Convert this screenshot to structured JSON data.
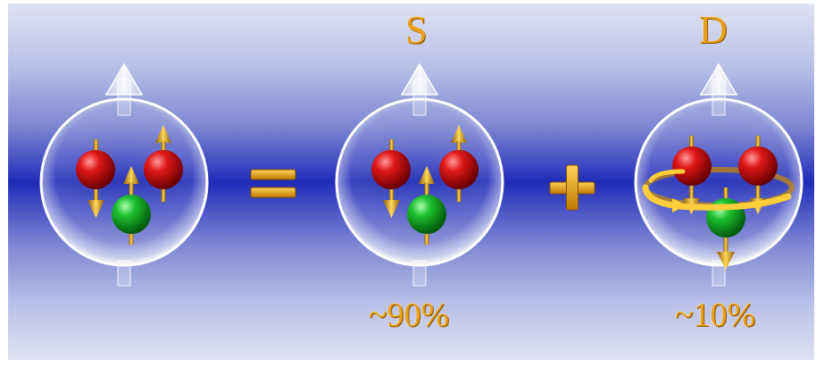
{
  "labels": {
    "s_state": "S",
    "d_state": "D",
    "s_percent": "~90%",
    "d_percent": "~10%"
  },
  "symbols": {
    "equals": "=",
    "plus": "+"
  },
  "colors": {
    "background_band": "#1f2bb6",
    "label_gold": "#e8a01a",
    "quark_red": "#d11414",
    "quark_green": "#18b82a",
    "arrow_gold": "#d9a21e"
  },
  "icons": [
    "proton-sphere",
    "spin-arrow",
    "orbital-ring"
  ]
}
